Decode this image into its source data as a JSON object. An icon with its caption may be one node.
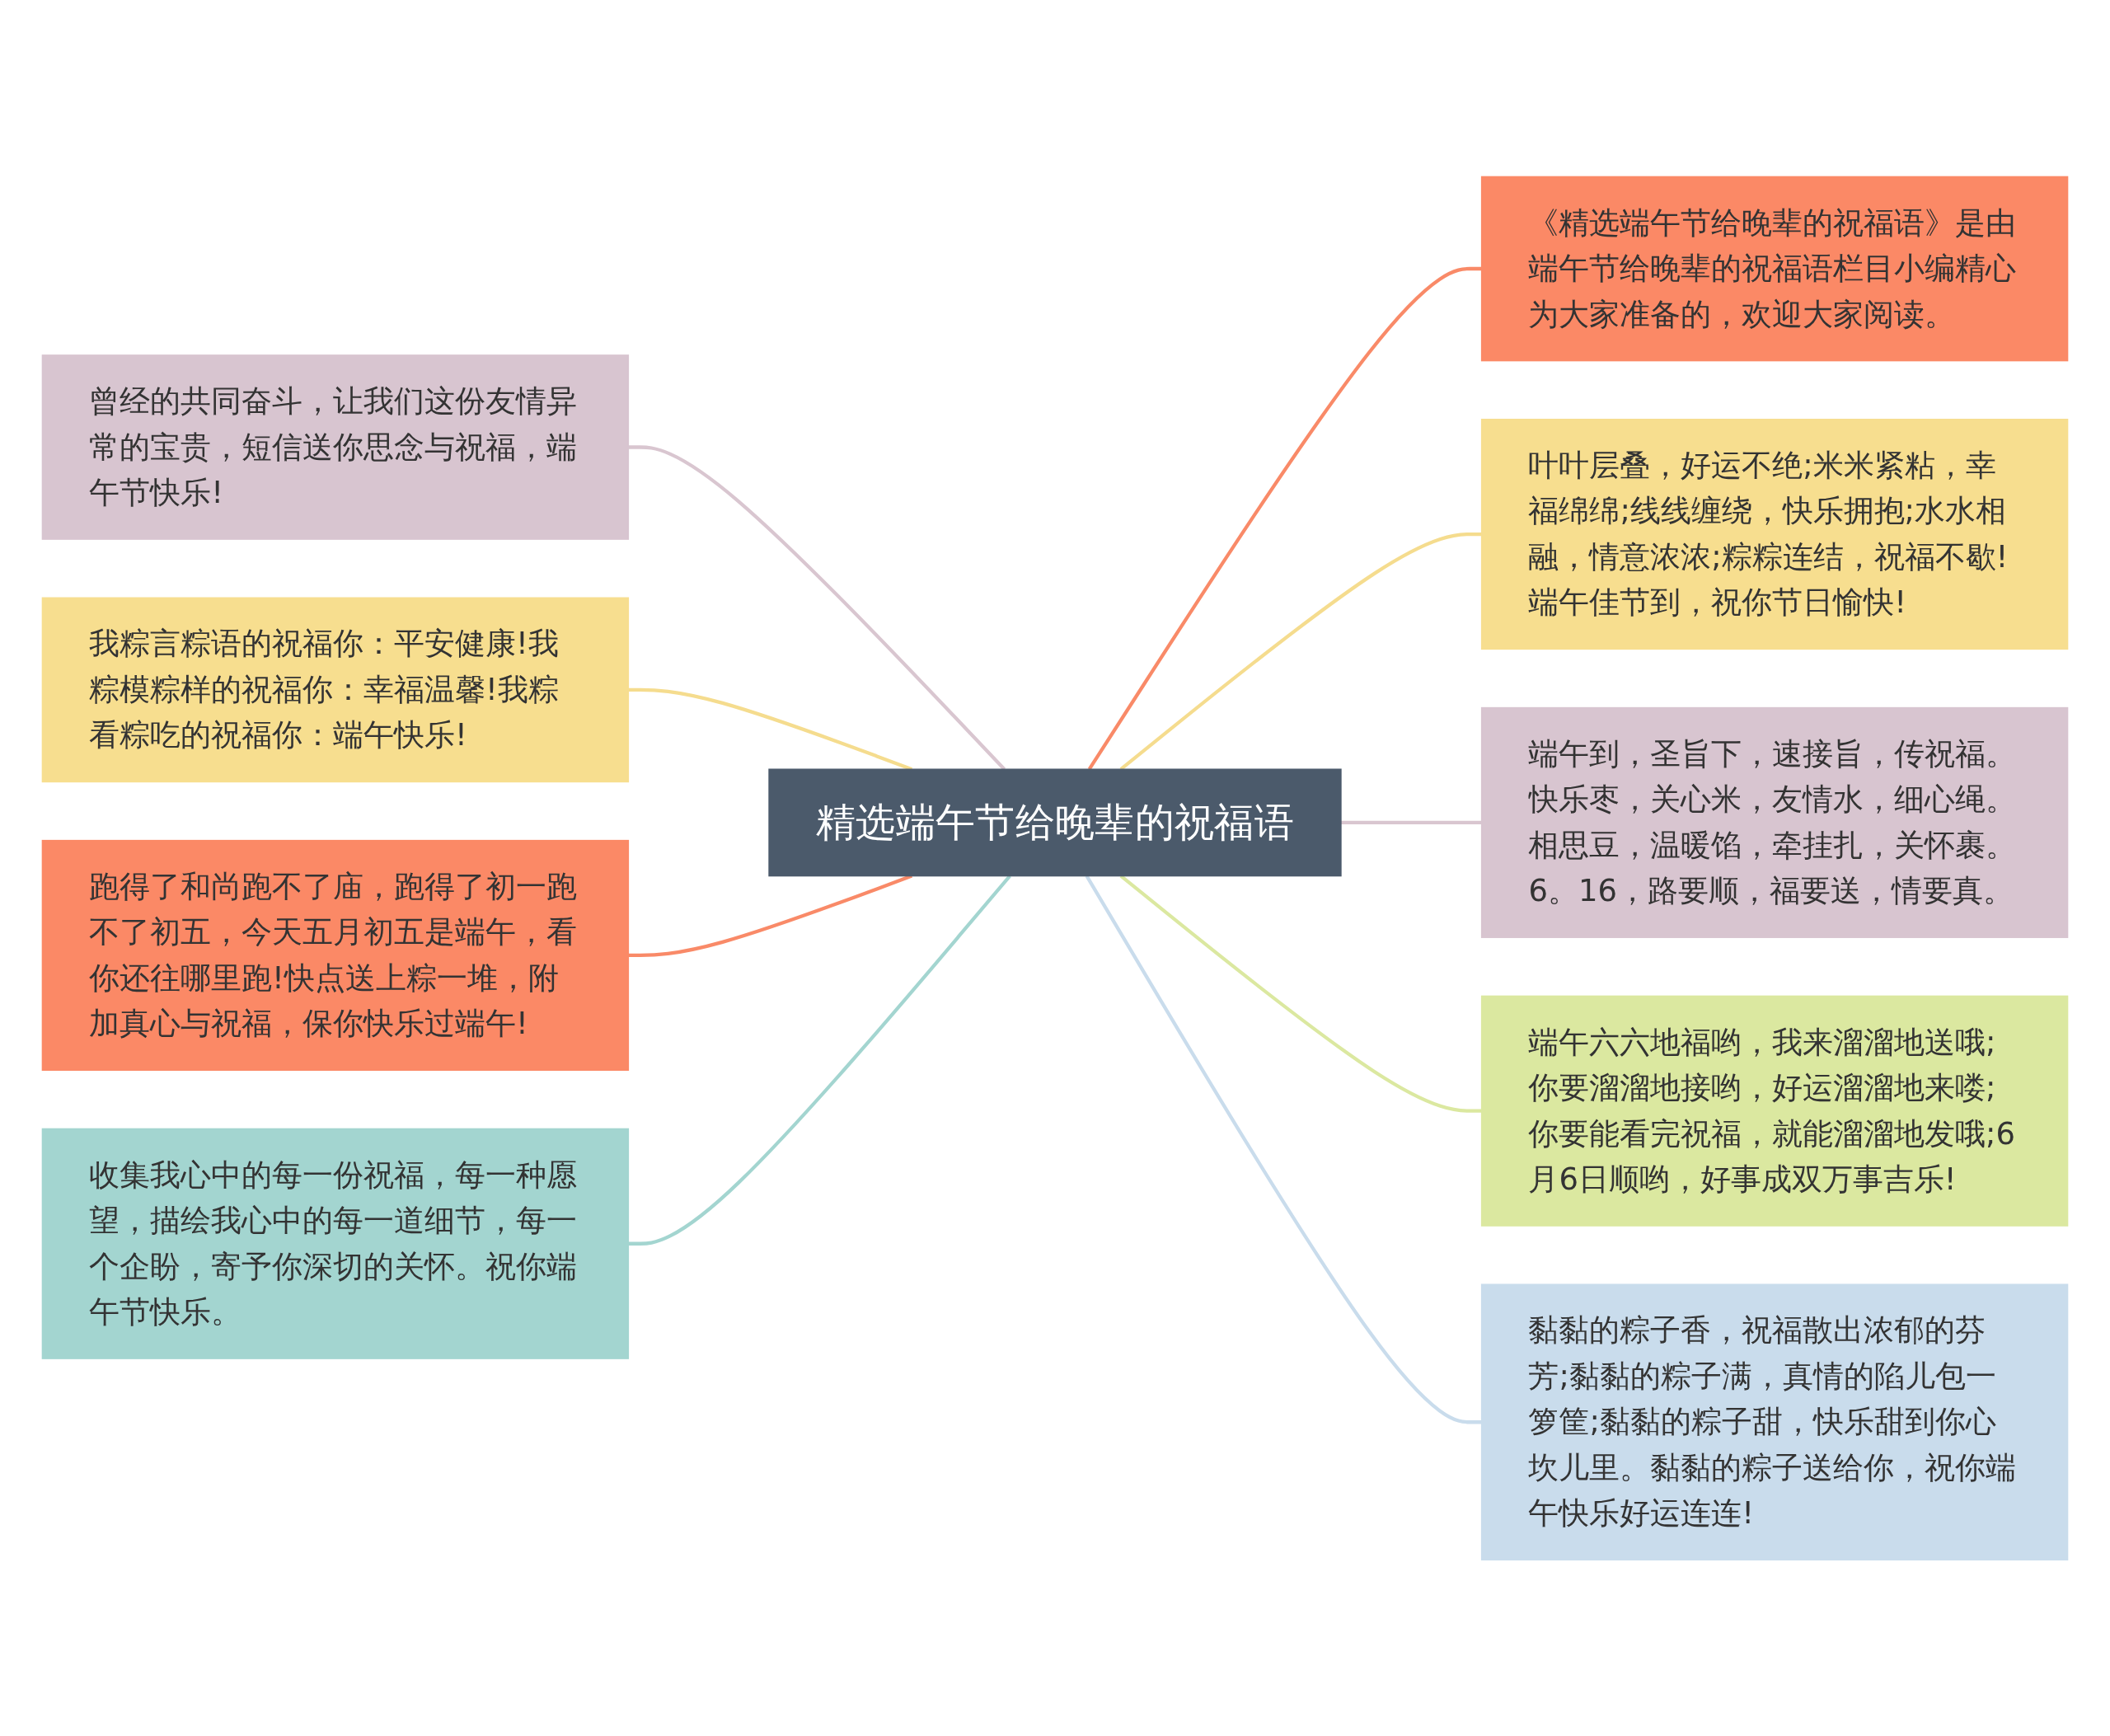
{
  "diagram": {
    "nodes": [
      {
        "text": [
          "精选端午节给晚辈的祝福语"
        ]
      },
      {
        "text": [
          "曾经的共同奋斗，让我们这份友情异常的宝贵，短信送你思念与祝福，端午节快乐!"
        ]
      },
      {
        "text": [
          "我粽言粽语的祝福你：平安健康!我粽模粽样的祝福你：幸福温馨!我粽看粽吃的祝福你：端午快乐!"
        ]
      },
      {
        "text": [
          "跑得了和尚跑不了庙，跑得了初一跑不了初五，今天五月初五是端午，看你还往哪里跑!快点送上粽一堆，附加真心与祝福，保你快乐过端午!"
        ]
      },
      {
        "text": [
          "收集我心中的每一份祝福，每一种愿望，描绘我心中的每一道细节，每一个企盼，寄予你深切的关怀。祝你端午节快乐。"
        ]
      },
      {
        "text": [
          "《精选端午节给晚辈的祝福语》是由端午节给晚辈的祝福语栏目小编精心为大家准备的，欢迎大家阅读。"
        ]
      },
      {
        "text": [
          "叶叶层叠，好运不绝;米米紧粘，幸福绵绵;线线缠绕，快乐拥抱;水水相融，情意浓浓;粽粽连结，祝福不歇!端午佳节到，祝你节日愉快!"
        ]
      },
      {
        "text": [
          "端午到，圣旨下，速接旨，传祝福。快乐枣，关心米，友情水，细心绳。相思豆，温暖馅，牵挂扎，关怀裹。6。16，路要顺，福要送，情要真。"
        ]
      },
      {
        "text": [
          "端午六六地福哟，我来溜溜地送哦;你要溜溜地接哟，好运溜溜地来喽;你要能看完祝福，就能溜溜地发哦;6月6日顺哟，好事成双万事吉乐!"
        ]
      },
      {
        "text": [
          "黏黏的粽子香，祝福散出浓郁的芬芳;黏黏的粽子满，真情的陷儿包一箩筐;黏黏的粽子甜，快乐甜到你心坎儿里。黏黏的粽子送给你，祝你端午快乐好运连连!"
        ]
      }
    ],
    "edges": [
      {
        "from": 0,
        "to": 1,
        "arrow": "none",
        "color": "#d9c6d0"
      },
      {
        "from": 0,
        "to": 2,
        "arrow": "none",
        "color": "#f5dc8e"
      },
      {
        "from": 0,
        "to": 3,
        "arrow": "none",
        "color": "#f98a68"
      },
      {
        "from": 0,
        "to": 4,
        "arrow": "none",
        "color": "#a3d5d0"
      },
      {
        "from": 0,
        "to": 5,
        "arrow": "none",
        "color": "#f98a68"
      },
      {
        "from": 0,
        "to": 6,
        "arrow": "none",
        "color": "#f5dc8e"
      },
      {
        "from": 0,
        "to": 7,
        "arrow": "none",
        "color": "#d9c6d0"
      },
      {
        "from": 0,
        "to": 8,
        "arrow": "none",
        "color": "#dbe8a0"
      },
      {
        "from": 0,
        "to": 9,
        "arrow": "none",
        "color": "#c9dcec"
      }
    ]
  }
}
